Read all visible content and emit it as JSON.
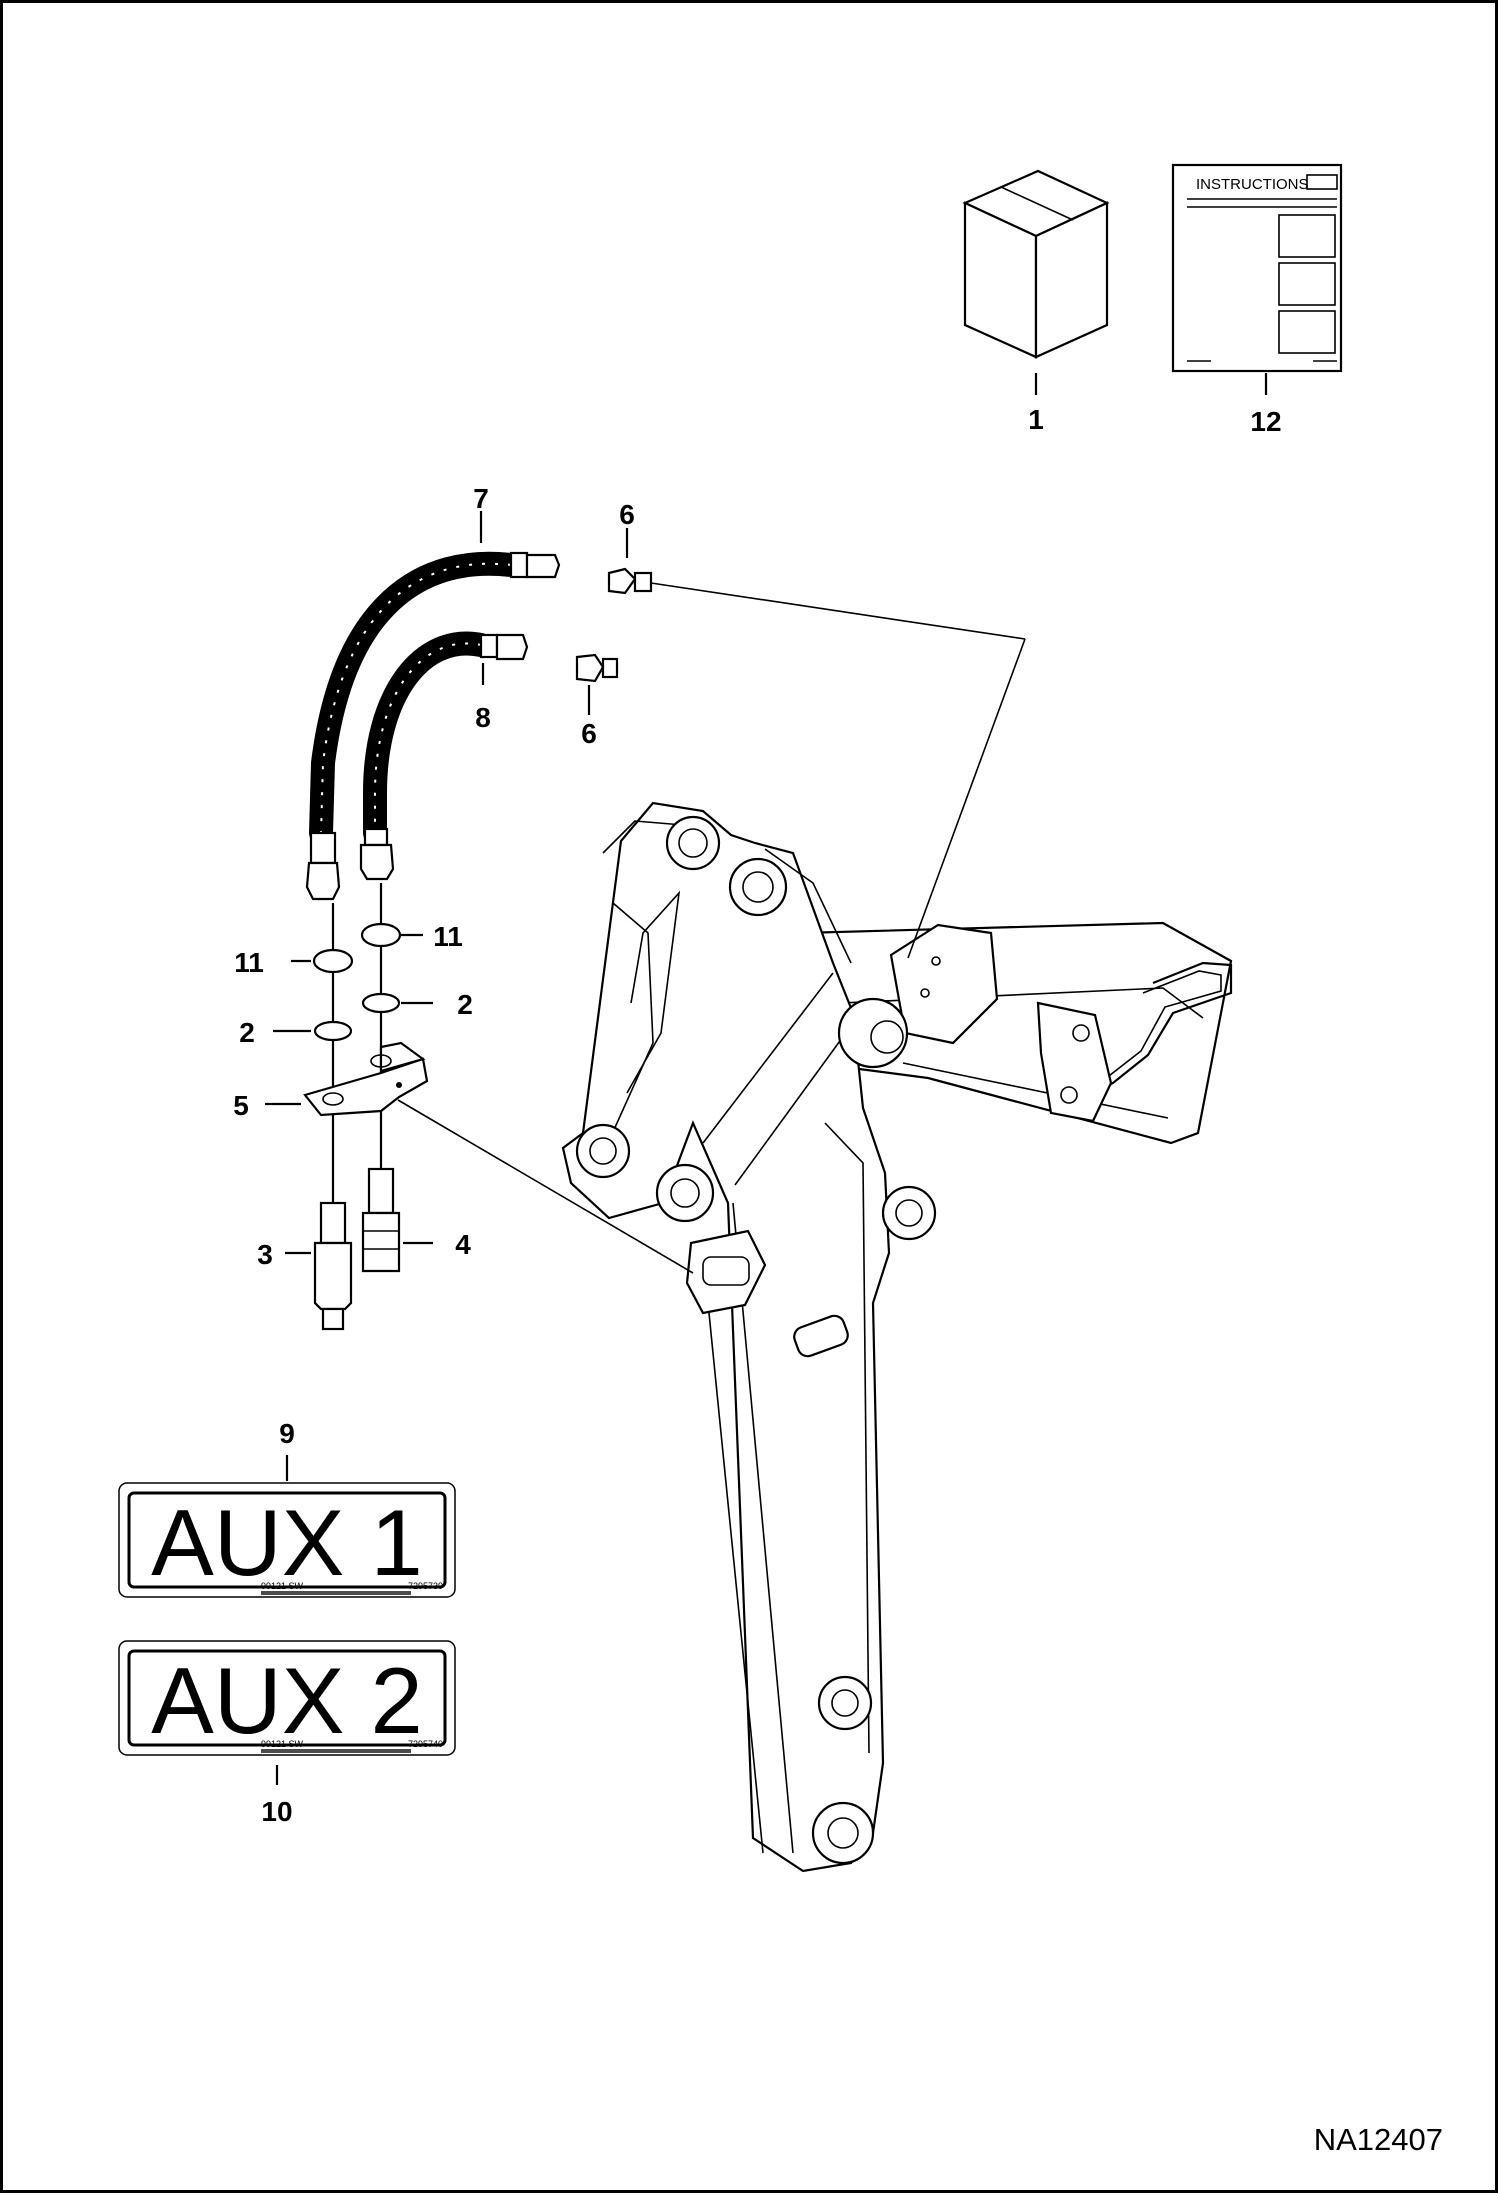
{
  "figure_id": "NA12407",
  "callouts": {
    "kit_box": "1",
    "instructions": "12",
    "hose_long": "7",
    "fitting_top": "6",
    "hose_short": "8",
    "fitting_bottom": "6",
    "nut_left": "11",
    "nut_right": "11",
    "washer_left": "2",
    "washer_right": "2",
    "bracket": "5",
    "coupler_male": "3",
    "coupler_female": "4",
    "decal_aux1": "9",
    "decal_aux2": "10"
  },
  "instructions_sheet": {
    "heading": "INSTRUCTIONS"
  },
  "decals": [
    {
      "text": "AUX 1",
      "code_left": "99121 SW",
      "code_right": "7295739"
    },
    {
      "text": "AUX 2",
      "code_left": "99121 SW",
      "code_right": "7295740"
    }
  ]
}
